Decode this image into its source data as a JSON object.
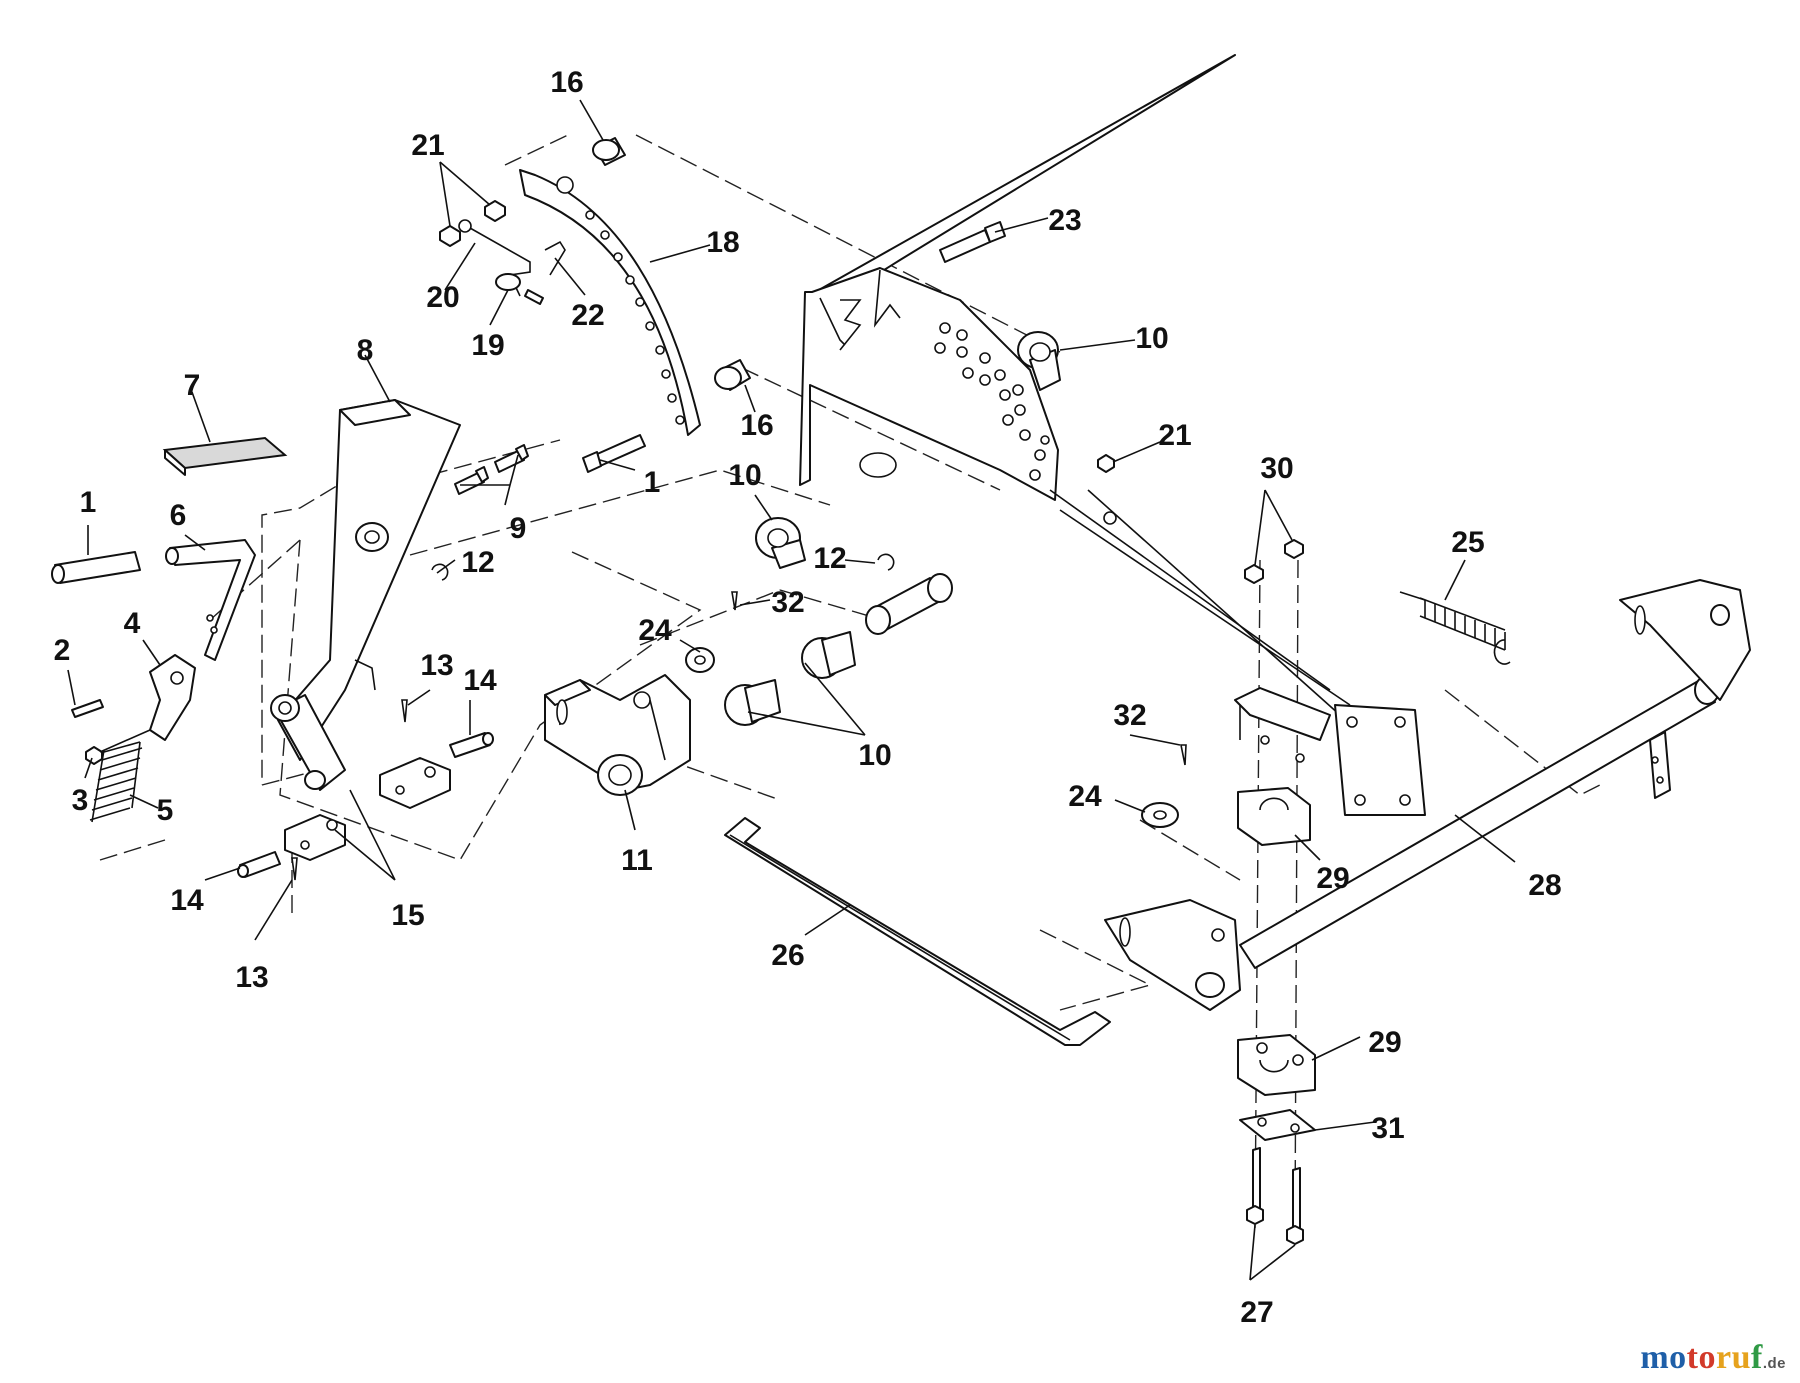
{
  "callouts": [
    {
      "id": "c16a",
      "label": "16"
    },
    {
      "id": "c21a",
      "label": "21"
    },
    {
      "id": "c18",
      "label": "18"
    },
    {
      "id": "c23",
      "label": "23"
    },
    {
      "id": "c20",
      "label": "20"
    },
    {
      "id": "c22",
      "label": "22"
    },
    {
      "id": "c19",
      "label": "19"
    },
    {
      "id": "c10a",
      "label": "10"
    },
    {
      "id": "c8",
      "label": "8"
    },
    {
      "id": "c7",
      "label": "7"
    },
    {
      "id": "c16b",
      "label": "16"
    },
    {
      "id": "c1a",
      "label": "1"
    },
    {
      "id": "c21b",
      "label": "21"
    },
    {
      "id": "c10b",
      "label": "10"
    },
    {
      "id": "c30",
      "label": "30"
    },
    {
      "id": "c1b",
      "label": "1"
    },
    {
      "id": "c6",
      "label": "6"
    },
    {
      "id": "c9",
      "label": "9"
    },
    {
      "id": "c25",
      "label": "25"
    },
    {
      "id": "c12a",
      "label": "12"
    },
    {
      "id": "c12b",
      "label": "12"
    },
    {
      "id": "c32a",
      "label": "32"
    },
    {
      "id": "c4",
      "label": "4"
    },
    {
      "id": "c24a",
      "label": "24"
    },
    {
      "id": "c2",
      "label": "2"
    },
    {
      "id": "c13a",
      "label": "13"
    },
    {
      "id": "c14a",
      "label": "14"
    },
    {
      "id": "c32b",
      "label": "32"
    },
    {
      "id": "c10c",
      "label": "10"
    },
    {
      "id": "c3",
      "label": "3"
    },
    {
      "id": "c5",
      "label": "5"
    },
    {
      "id": "c24b",
      "label": "24"
    },
    {
      "id": "c11",
      "label": "11"
    },
    {
      "id": "c29a",
      "label": "29"
    },
    {
      "id": "c28",
      "label": "28"
    },
    {
      "id": "c14b",
      "label": "14"
    },
    {
      "id": "c15",
      "label": "15"
    },
    {
      "id": "c26",
      "label": "26"
    },
    {
      "id": "c13b",
      "label": "13"
    },
    {
      "id": "c29b",
      "label": "29"
    },
    {
      "id": "c31",
      "label": "31"
    },
    {
      "id": "c27",
      "label": "27"
    }
  ],
  "watermark": {
    "part1": "mo",
    "part2": "to",
    "part3": "ru",
    "part4": "f",
    "tld": ".de"
  }
}
